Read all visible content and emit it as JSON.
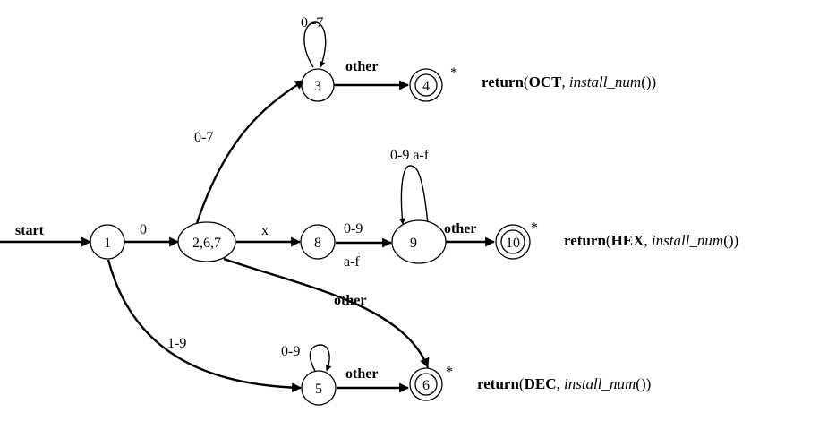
{
  "nodes": {
    "n1": "1",
    "n267": "2,6,7",
    "n3": "3",
    "n4": "4",
    "n8": "8",
    "n9": "9",
    "n10": "10",
    "n5": "5",
    "n6": "6"
  },
  "edges": {
    "start": "start",
    "e1_267": "0",
    "e267_3": "0-7",
    "e3_loop": "0 -7",
    "e3_4": "other",
    "e267_8": "x",
    "e8_9_top": "0-9",
    "e8_9_bottom": "a-f",
    "e9_loop": "0-9 a-f",
    "e9_10": "other",
    "e267_6": "other",
    "e1_5": "1-9",
    "e5_loop": "0-9",
    "e5_6": "other"
  },
  "star_marker": "*",
  "returns": {
    "oct": {
      "keyword": "return",
      "open": "(",
      "token": "OCT",
      "sep": ", ",
      "func": "install_num",
      "close": "())"
    },
    "hex": {
      "keyword": "return",
      "open": "(",
      "token": "HEX",
      "sep": ", ",
      "func": "install_num",
      "close": "())"
    },
    "dec": {
      "keyword": "return",
      "open": "(",
      "token": "DEC",
      "sep": ", ",
      "func": "install_num",
      "close": "())"
    }
  }
}
